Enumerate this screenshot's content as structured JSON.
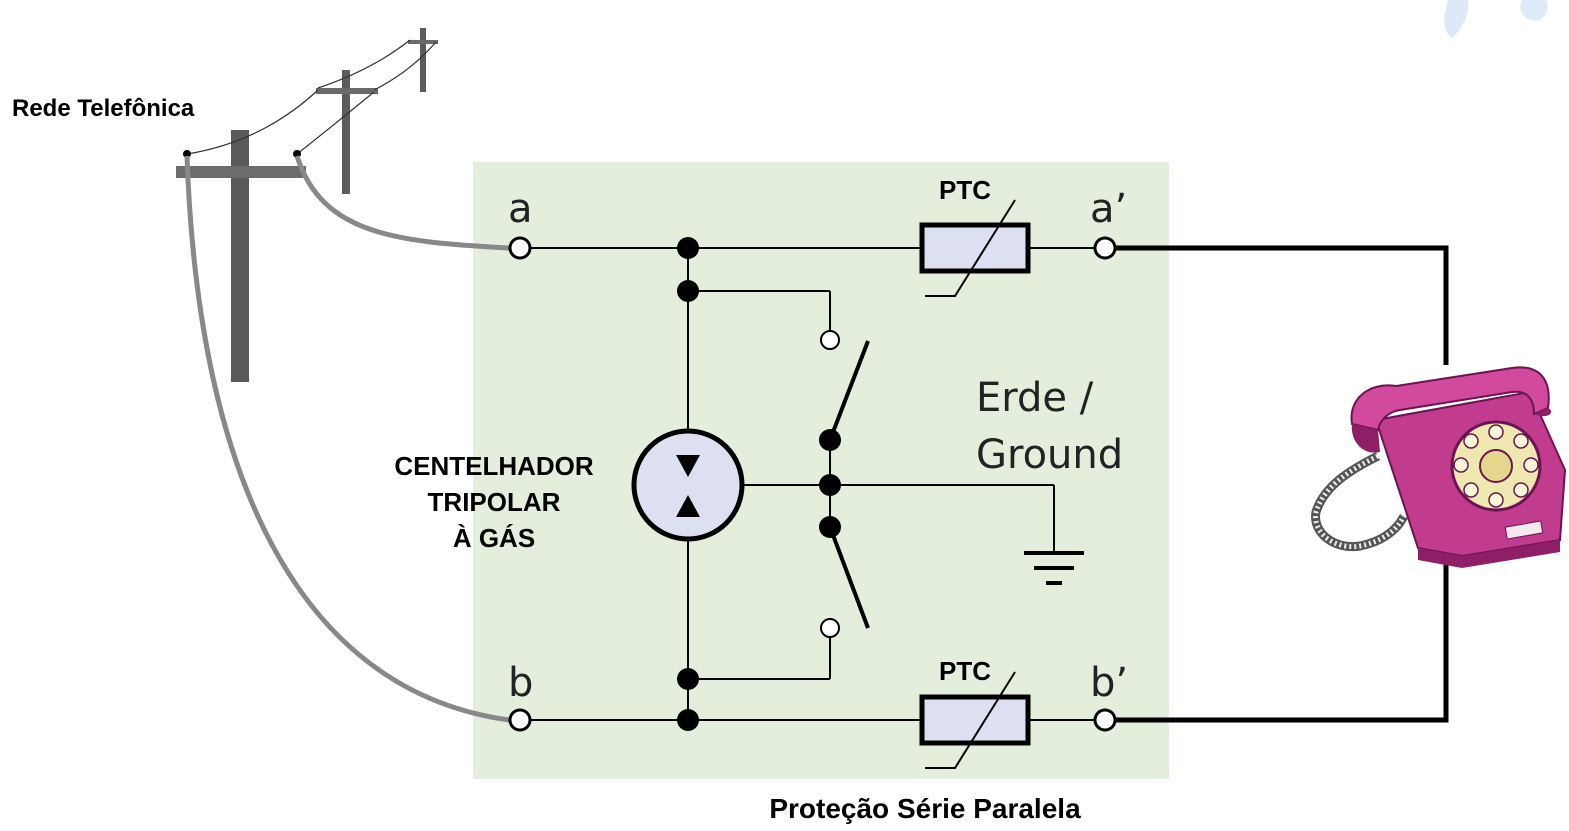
{
  "labels": {
    "network": "Rede Telefônica",
    "node_a": "a",
    "node_b": "b",
    "node_a_prime": "a’",
    "node_b_prime": "b’",
    "ptc_top": "PTC",
    "ptc_bottom": "PTC",
    "ground_line1": "Erde /",
    "ground_line2": "Ground",
    "arrester_line1": "CENTELHADOR",
    "arrester_line2": "TRIPOLAR",
    "arrester_line3": "À GÁS",
    "caption": "Proteção Série Paralela"
  },
  "colors": {
    "panel": "#e3eedd",
    "wire": "#000000",
    "pole_cable": "#888888",
    "pole": "#5c5c5c",
    "component_fill": "#dde0f0",
    "phone_body": "#c13c8e",
    "phone_dark": "#8e1f66",
    "dial": "#efe7b0"
  },
  "icons": {
    "pole": "telephone-pole-icon",
    "phone": "rotary-telephone-icon",
    "ground": "ground-symbol-icon"
  }
}
